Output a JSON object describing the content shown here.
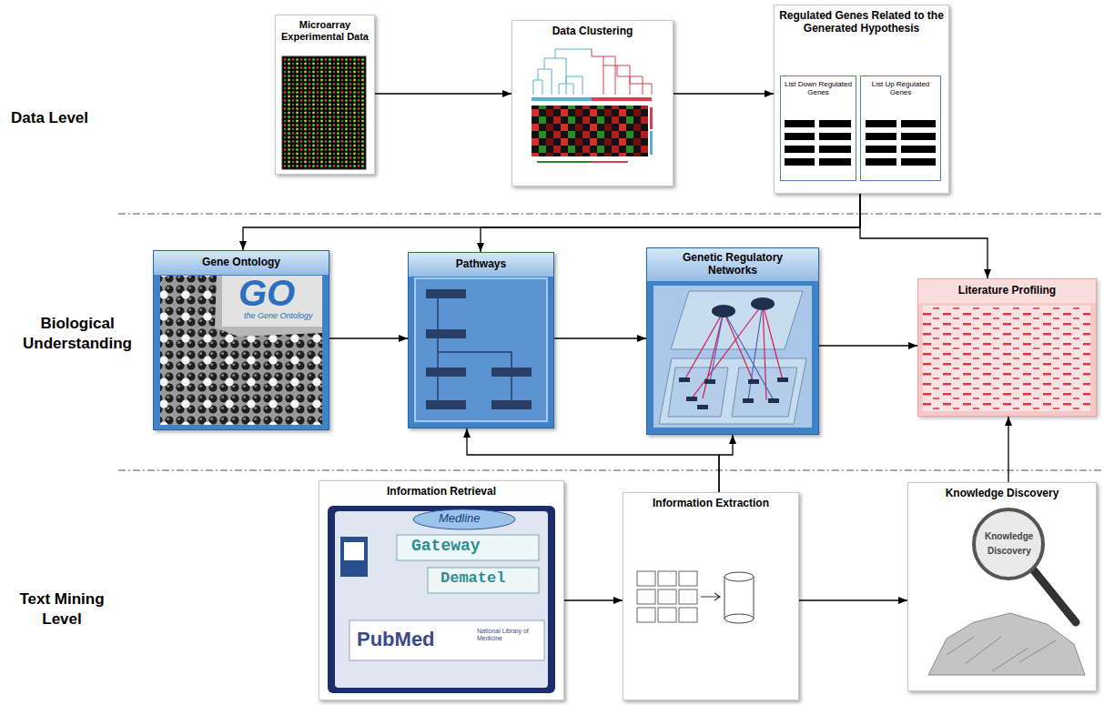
{
  "diagram": {
    "nodes": [
      {
        "text": [
          "Microarray Experimental Data"
        ]
      },
      {
        "text": [
          "Data Clustering"
        ]
      },
      {
        "text": [
          "Regulated Genes Related to the Generated Hypothesis"
        ]
      },
      {
        "text": [
          "List Down Regulated Genes"
        ],
        "in": 2
      },
      {
        "text": [
          "List Up Regulated Genes"
        ],
        "in": 2
      },
      {
        "text": [
          "Gene Ontology"
        ]
      },
      {
        "text": [
          "Pathways"
        ]
      },
      {
        "text": [
          "Genetic Regulatory Networks"
        ]
      },
      {
        "text": [
          "Literature Profiling"
        ]
      },
      {
        "text": [
          "Information Retrieval"
        ]
      },
      {
        "text": [
          "Information Extraction"
        ]
      },
      {
        "text": [
          "Knowledge Discovery"
        ]
      }
    ],
    "edges": [
      {
        "from": 0,
        "to": 1,
        "arrow": "to"
      },
      {
        "from": 1,
        "to": 2,
        "arrow": "to"
      },
      {
        "from": 2,
        "to": 5,
        "arrow": "to"
      },
      {
        "from": 2,
        "to": 6,
        "arrow": "to"
      },
      {
        "from": 2,
        "to": 8,
        "arrow": "to"
      },
      {
        "from": 5,
        "to": 6,
        "arrow": "to"
      },
      {
        "from": 6,
        "to": 7,
        "arrow": "to"
      },
      {
        "from": 7,
        "to": 8,
        "arrow": "to"
      },
      {
        "from": 9,
        "to": 10,
        "arrow": "to"
      },
      {
        "from": 10,
        "to": 11,
        "arrow": "to"
      },
      {
        "from": 10,
        "to": 6,
        "arrow": "to"
      },
      {
        "from": 10,
        "to": 7,
        "arrow": "to"
      },
      {
        "from": 11,
        "to": 8,
        "arrow": "to"
      }
    ],
    "labels": [
      "Data Level",
      "Biological Understanding",
      "Text Mining Level",
      "GO",
      "the Gene Ontology",
      "Medline",
      "Gateway",
      "Dematel",
      "PubMed",
      "National Library of Medicine",
      "Knowledge",
      "Discovery"
    ]
  }
}
